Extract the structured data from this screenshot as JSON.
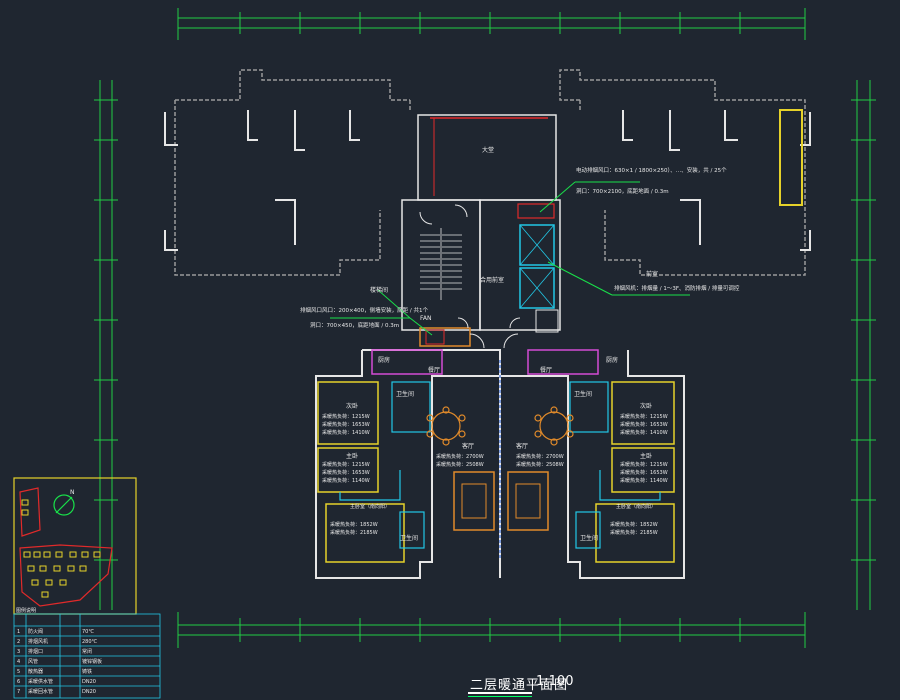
{
  "drawing": {
    "title": "二层暖通平面图",
    "scale": "1:100"
  },
  "colors": {
    "background": "#1f2630",
    "axis_green": "#22cc44",
    "wall_white": "#e6e6e6",
    "wall_gray": "#9a9a9a",
    "cyan": "#22c7e6",
    "yellow": "#e6d22a",
    "red": "#e02a2a",
    "magenta": "#d44bd4",
    "blue": "#3a6fe0",
    "orange": "#e08a2a",
    "green_leader": "#19e04a",
    "label": "#e8e8e8"
  },
  "annotations": {
    "top_right_note": "电动排烟风口：630×1 / 1800×250）、…、安装，共 / 25个",
    "top_right_note2": "洞口：700×2100，底距地面 / 0.3m",
    "left_note": "排烟风口风口：200×400，侧墙安装，底距 / 共1个",
    "left_note2": "洞口：700×450，底距地面 / 0.3m",
    "right_note": "排烟风机：排烟量 / 1～3F、消防排烟 / 排量可调控",
    "room_stair": "楼梯间",
    "room_corridor": "合用前室",
    "room_elevator_left": "前室",
    "room_center_big": "大堂",
    "label_fan": "FAN",
    "label_north": "N"
  },
  "apartment_left": {
    "rooms": [
      "厨房",
      "餐厅",
      "次卧",
      "主卧",
      "卫生间",
      "客厅",
      "主卧室（南向阳）",
      "卫生间"
    ],
    "loads": [
      "采暖热负荷：1215W",
      "采暖热负荷：1653W",
      "采暖热负荷：1410W",
      "采暖热负荷：1215W",
      "采暖热负荷：1653W",
      "采暖热负荷：1140W",
      "采暖热负荷：1852W",
      "采暖热负荷：2185W",
      "采暖热负荷：2700W",
      "采暖热负荷：2508W"
    ]
  },
  "apartment_right": {
    "rooms": [
      "厨房",
      "餐厅",
      "次卧",
      "主卧",
      "卫生间",
      "客厅",
      "主卧室（南向阳）",
      "卫生间"
    ],
    "loads": [
      "采暖热负荷：1215W",
      "采暖热负荷：1653W",
      "采暖热负荷：1410W",
      "采暖热负荷：1215W",
      "采暖热负荷：1653W",
      "采暖热负荷：1140W",
      "采暖热负荷：1852W",
      "采暖热负荷：2185W",
      "采暖热负荷：2700W",
      "采暖热负荷：2508W"
    ]
  },
  "legend_table": {
    "header": "图例说明",
    "rows": [
      [
        "1",
        "防火阀",
        "70℃"
      ],
      [
        "2",
        "排烟风机",
        "280℃"
      ],
      [
        "3",
        "排烟口",
        "常闭"
      ],
      [
        "4",
        "风管",
        "镀锌钢板"
      ],
      [
        "5",
        "散热器",
        "铸铁"
      ],
      [
        "6",
        "采暖供水管",
        "DN20"
      ],
      [
        "7",
        "采暖回水管",
        "DN20"
      ]
    ]
  }
}
